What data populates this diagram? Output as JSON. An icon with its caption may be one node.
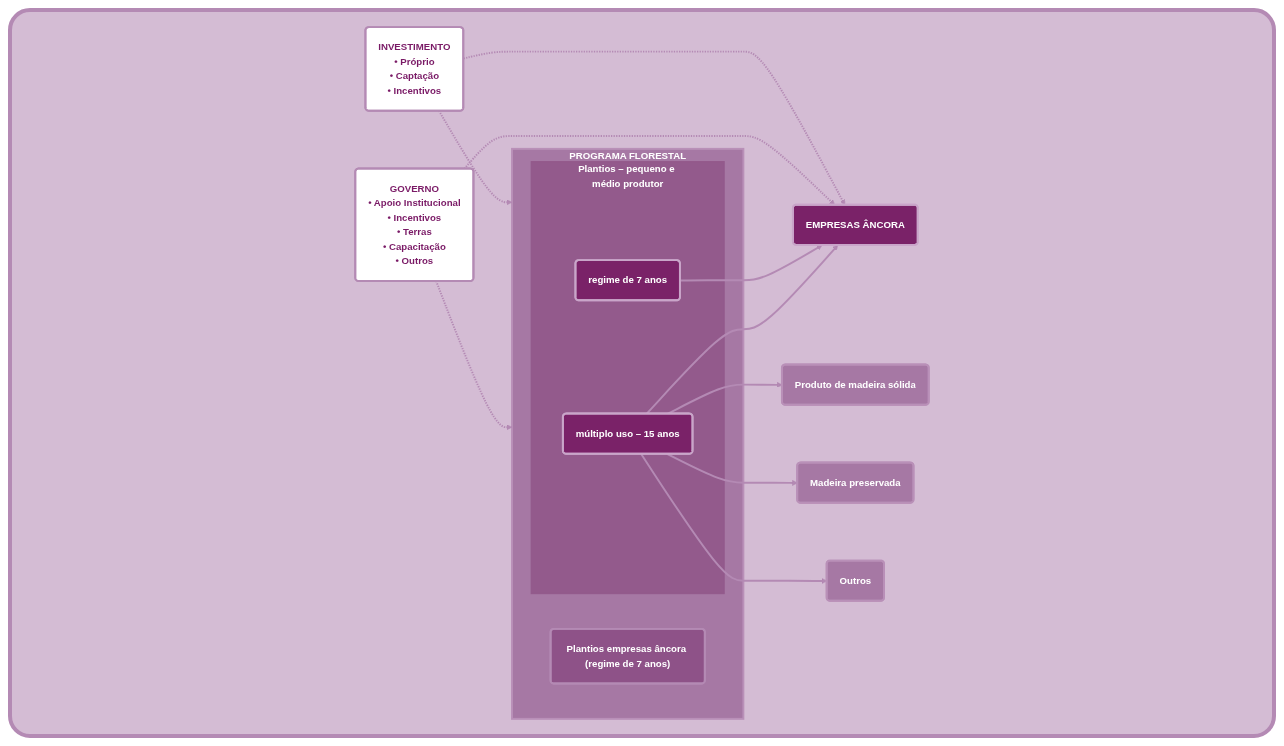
{
  "diagram": {
    "nodes": [
      {
        "text": [
          "INVESTIMENTO",
          "• Próprio",
          "• Captação",
          "• Incentivos"
        ]
      },
      {
        "text": [
          "EMPRESAS ÂNCORA"
        ]
      },
      {
        "text": [
          "GOVERNO",
          "• Apoio Institucional",
          "• Incentivos",
          "• Terras",
          "• Capacitação",
          "• Outros"
        ]
      },
      {
        "text": [
          "PROGRAMA FLORESTAL"
        ]
      },
      {
        "text": [
          "Plantios empresas âncora (regime de 7 anos)"
        ],
        "in": 3
      },
      {
        "text": [
          "Plantios – pequeno e médio produtor"
        ],
        "in": 3
      },
      {
        "text": [
          "regime de 7 anos"
        ],
        "in": 5
      },
      {
        "text": [
          "múltiplo uso – 15 anos"
        ],
        "in": 5
      },
      {
        "text": [
          "Produto de madeira sólida"
        ]
      },
      {
        "text": [
          "Madeira preservada"
        ]
      },
      {
        "text": [
          "Outros"
        ]
      }
    ],
    "edges": [
      {
        "from": 0,
        "to": 1,
        "arrow": "to",
        "style": "dashed"
      },
      {
        "from": 0,
        "to": 3,
        "arrow": "to",
        "style": "dashed"
      },
      {
        "from": 2,
        "to": 1,
        "arrow": "to",
        "style": "dashed"
      },
      {
        "from": 2,
        "to": 3,
        "arrow": "to",
        "style": "dashed"
      },
      {
        "from": 6,
        "to": 1,
        "arrow": "to"
      },
      {
        "from": 7,
        "to": 1,
        "arrow": "to"
      },
      {
        "from": 7,
        "to": 8,
        "arrow": "to"
      },
      {
        "from": 7,
        "to": 9,
        "arrow": "to"
      },
      {
        "from": 7,
        "to": 10,
        "arrow": "to"
      }
    ]
  }
}
